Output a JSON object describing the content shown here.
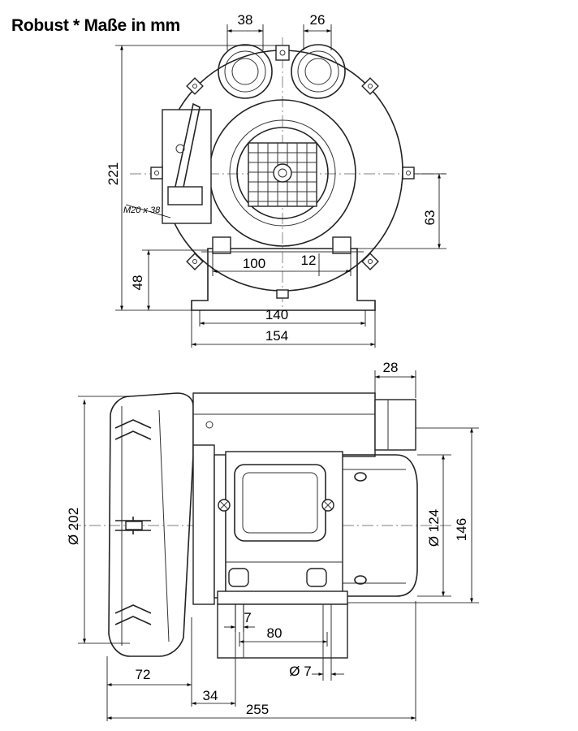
{
  "title": "Robust * Maße in mm",
  "front_view": {
    "dims": {
      "d38": "38",
      "d26": "26",
      "d221": "221",
      "d63": "63",
      "d48": "48",
      "d100": "100",
      "d12": "12",
      "d140": "140",
      "d154": "154"
    },
    "cable_gland": "M20 x 38"
  },
  "side_view": {
    "dims": {
      "d28": "28",
      "d202": "Ø 202",
      "d124": "Ø 124",
      "d146": "146",
      "d7a": "7",
      "d80": "80",
      "d7b": "Ø 7",
      "d72": "72",
      "d34": "34",
      "d255": "255"
    }
  }
}
